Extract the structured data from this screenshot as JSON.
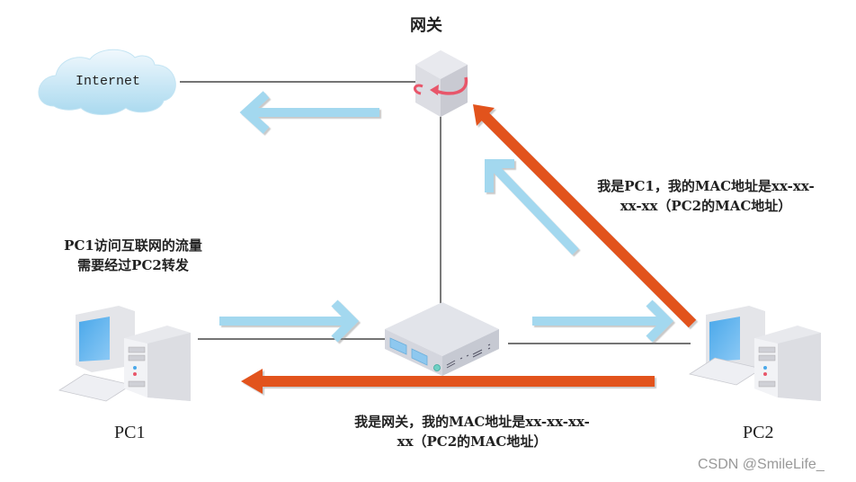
{
  "nodes": {
    "internet": {
      "label": "Internet"
    },
    "gateway": {
      "label": "网关"
    },
    "pc1": {
      "label": "PC1"
    },
    "pc2": {
      "label": "PC2"
    },
    "switch": {
      "label": ""
    }
  },
  "notes": {
    "traffic_line1": "PC1访问互联网的流量",
    "traffic_line2": "需要经过PC2转发",
    "spoof_gateway_line1": "我是PC1，我的MAC地址是xx-xx-",
    "spoof_gateway_line2": "xx-xx（PC2的MAC地址）",
    "spoof_pc1_line1": "我是网关，我的MAC地址是xx-xx-xx-",
    "spoof_pc1_line2": "xx（PC2的MAC地址）"
  },
  "watermark": "CSDN @SmileLife_",
  "colors": {
    "traffic_arrow": "#a3d8ef",
    "spoof_arrow": "#e2531f",
    "link_line": "#222222"
  }
}
